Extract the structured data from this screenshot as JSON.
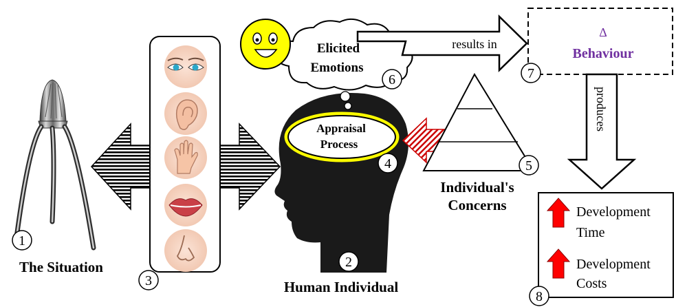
{
  "labels": {
    "situation": "The Situation",
    "human": "Human Individual",
    "appraisal_line1": "Appraisal",
    "appraisal_line2": "Process",
    "emotions_line1": "Elicited",
    "emotions_line2": "Emotions",
    "results_in": "results in",
    "behaviour_delta": "Δ",
    "behaviour": "Behaviour",
    "produces": "produces",
    "concerns_line1": "Individual's",
    "concerns_line2": "Concerns",
    "dev_time_line1": "Development",
    "dev_time_line2": "Time",
    "dev_costs_line1": "Development",
    "dev_costs_line2": "Costs"
  },
  "markers": [
    "1",
    "2",
    "3",
    "4",
    "5",
    "6",
    "7",
    "8"
  ],
  "senses": [
    "eye-icon",
    "ear-icon",
    "hand-icon",
    "lips-icon",
    "nose-icon"
  ],
  "colors": {
    "behaviour_text": "#7030a0",
    "smiley_fill": "#ffff00",
    "cost_arrow": "#ff0000",
    "appraisal_glow": "#ffff00",
    "head": "#1a1a1a"
  }
}
